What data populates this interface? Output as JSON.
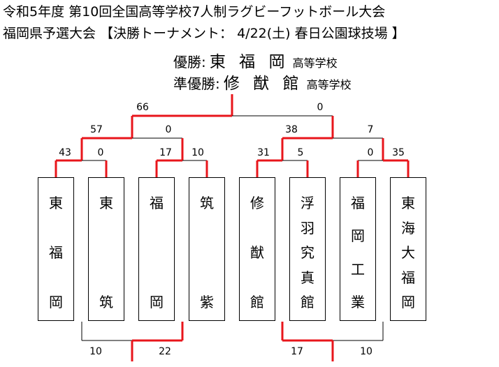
{
  "title_line1": "令和5年度 第10回全国高等学校7人制ラグビーフットボール大会",
  "title_line2": "福岡県予選大会 【決勝トーナメント： 4/22(土) 春日公園球技場 】",
  "champion": {
    "label": "優勝:",
    "school": "東 福 岡",
    "suffix": "高等学校"
  },
  "runner_up": {
    "label": "準優勝:",
    "school": "修 猷 館",
    "suffix": "高等学校"
  },
  "teams": [
    "東福岡",
    "東筑",
    "福岡",
    "筑紫",
    "修猷館",
    "浮羽究真館",
    "福岡工業",
    "東海大福岡"
  ],
  "scores": {
    "final": {
      "left": "66",
      "right": "0"
    },
    "semi_left": {
      "left": "57",
      "right": "0"
    },
    "semi_right": {
      "left": "38",
      "right": "7"
    },
    "qf1": {
      "left": "43",
      "right": "0"
    },
    "qf2": {
      "left": "17",
      "right": "10"
    },
    "qf3": {
      "left": "31",
      "right": "5"
    },
    "qf4": {
      "left": "0",
      "right": "35"
    },
    "playoff_left": {
      "left": "10",
      "right": "22"
    },
    "playoff_right": {
      "left": "17",
      "right": "10"
    }
  },
  "colors": {
    "win_line": "#e8151b",
    "lose_line": "#000000"
  }
}
